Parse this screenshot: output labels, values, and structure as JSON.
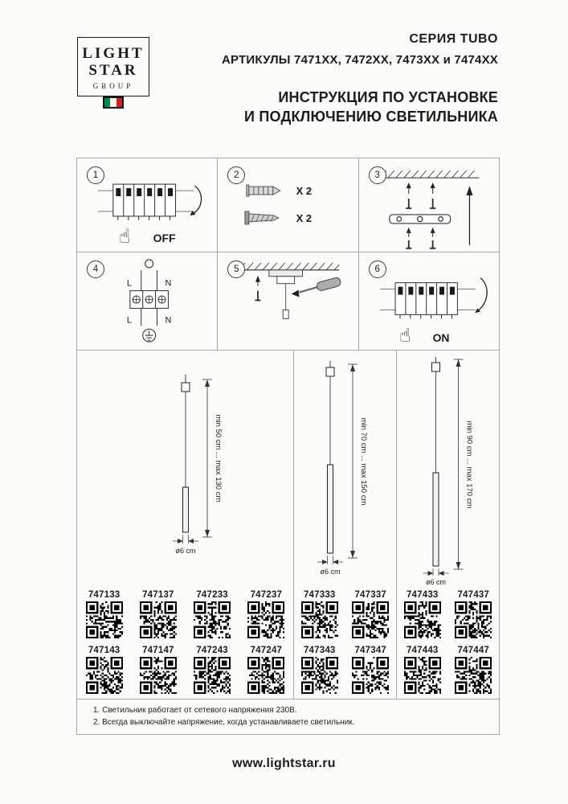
{
  "header": {
    "logo": {
      "line1": "LIGHT",
      "line2": "STAR",
      "line3": "GROUP"
    },
    "series_title": "СЕРИЯ TUBO",
    "articles_title": "АРТИКУЛЫ 7471XX, 7472XX, 7473XX и 7474XX",
    "instruction_title_line1": "ИНСТРУКЦИЯ ПО УСТАНОВКЕ",
    "instruction_title_line2": "И ПОДКЛЮЧЕНИЮ СВЕТИЛЬНИКА"
  },
  "steps": [
    {
      "number": "1",
      "labels": {
        "off": "OFF"
      }
    },
    {
      "number": "2",
      "labels": {
        "dowel_qty": "X 2",
        "screw_qty": "X 2"
      }
    },
    {
      "number": "3",
      "labels": {}
    },
    {
      "number": "4",
      "labels": {
        "l_top": "L",
        "n_top": "N",
        "l_bottom": "L",
        "n_bottom": "N"
      }
    },
    {
      "number": "5",
      "labels": {}
    },
    {
      "number": "6",
      "labels": {
        "on": "ON"
      }
    }
  ],
  "catalog": {
    "groups": [
      {
        "height_label": "min 50 cm ... max 130 cm",
        "diameter_label": "ø6 cm",
        "row1": [
          "747133",
          "747137",
          "747233",
          "747237"
        ],
        "row2": [
          "747143",
          "747147",
          "747243",
          "747247"
        ]
      },
      {
        "height_label": "min 70 cm ... max 150 cm",
        "diameter_label": "ø6 cm",
        "row1": [
          "747333",
          "747337"
        ],
        "row2": [
          "747343",
          "747347"
        ]
      },
      {
        "height_label": "min 90 cm ... max 170 cm",
        "diameter_label": "ø6 cm",
        "row1": [
          "747433",
          "747437"
        ],
        "row2": [
          "747443",
          "747447"
        ]
      }
    ]
  },
  "notes": [
    "1. Светильник работает от сетевого напряжения 230В.",
    "2. Всегда выключайте напряжение, когда устанавливаете светильник."
  ],
  "footer": {
    "website": "www.lightstar.ru"
  }
}
